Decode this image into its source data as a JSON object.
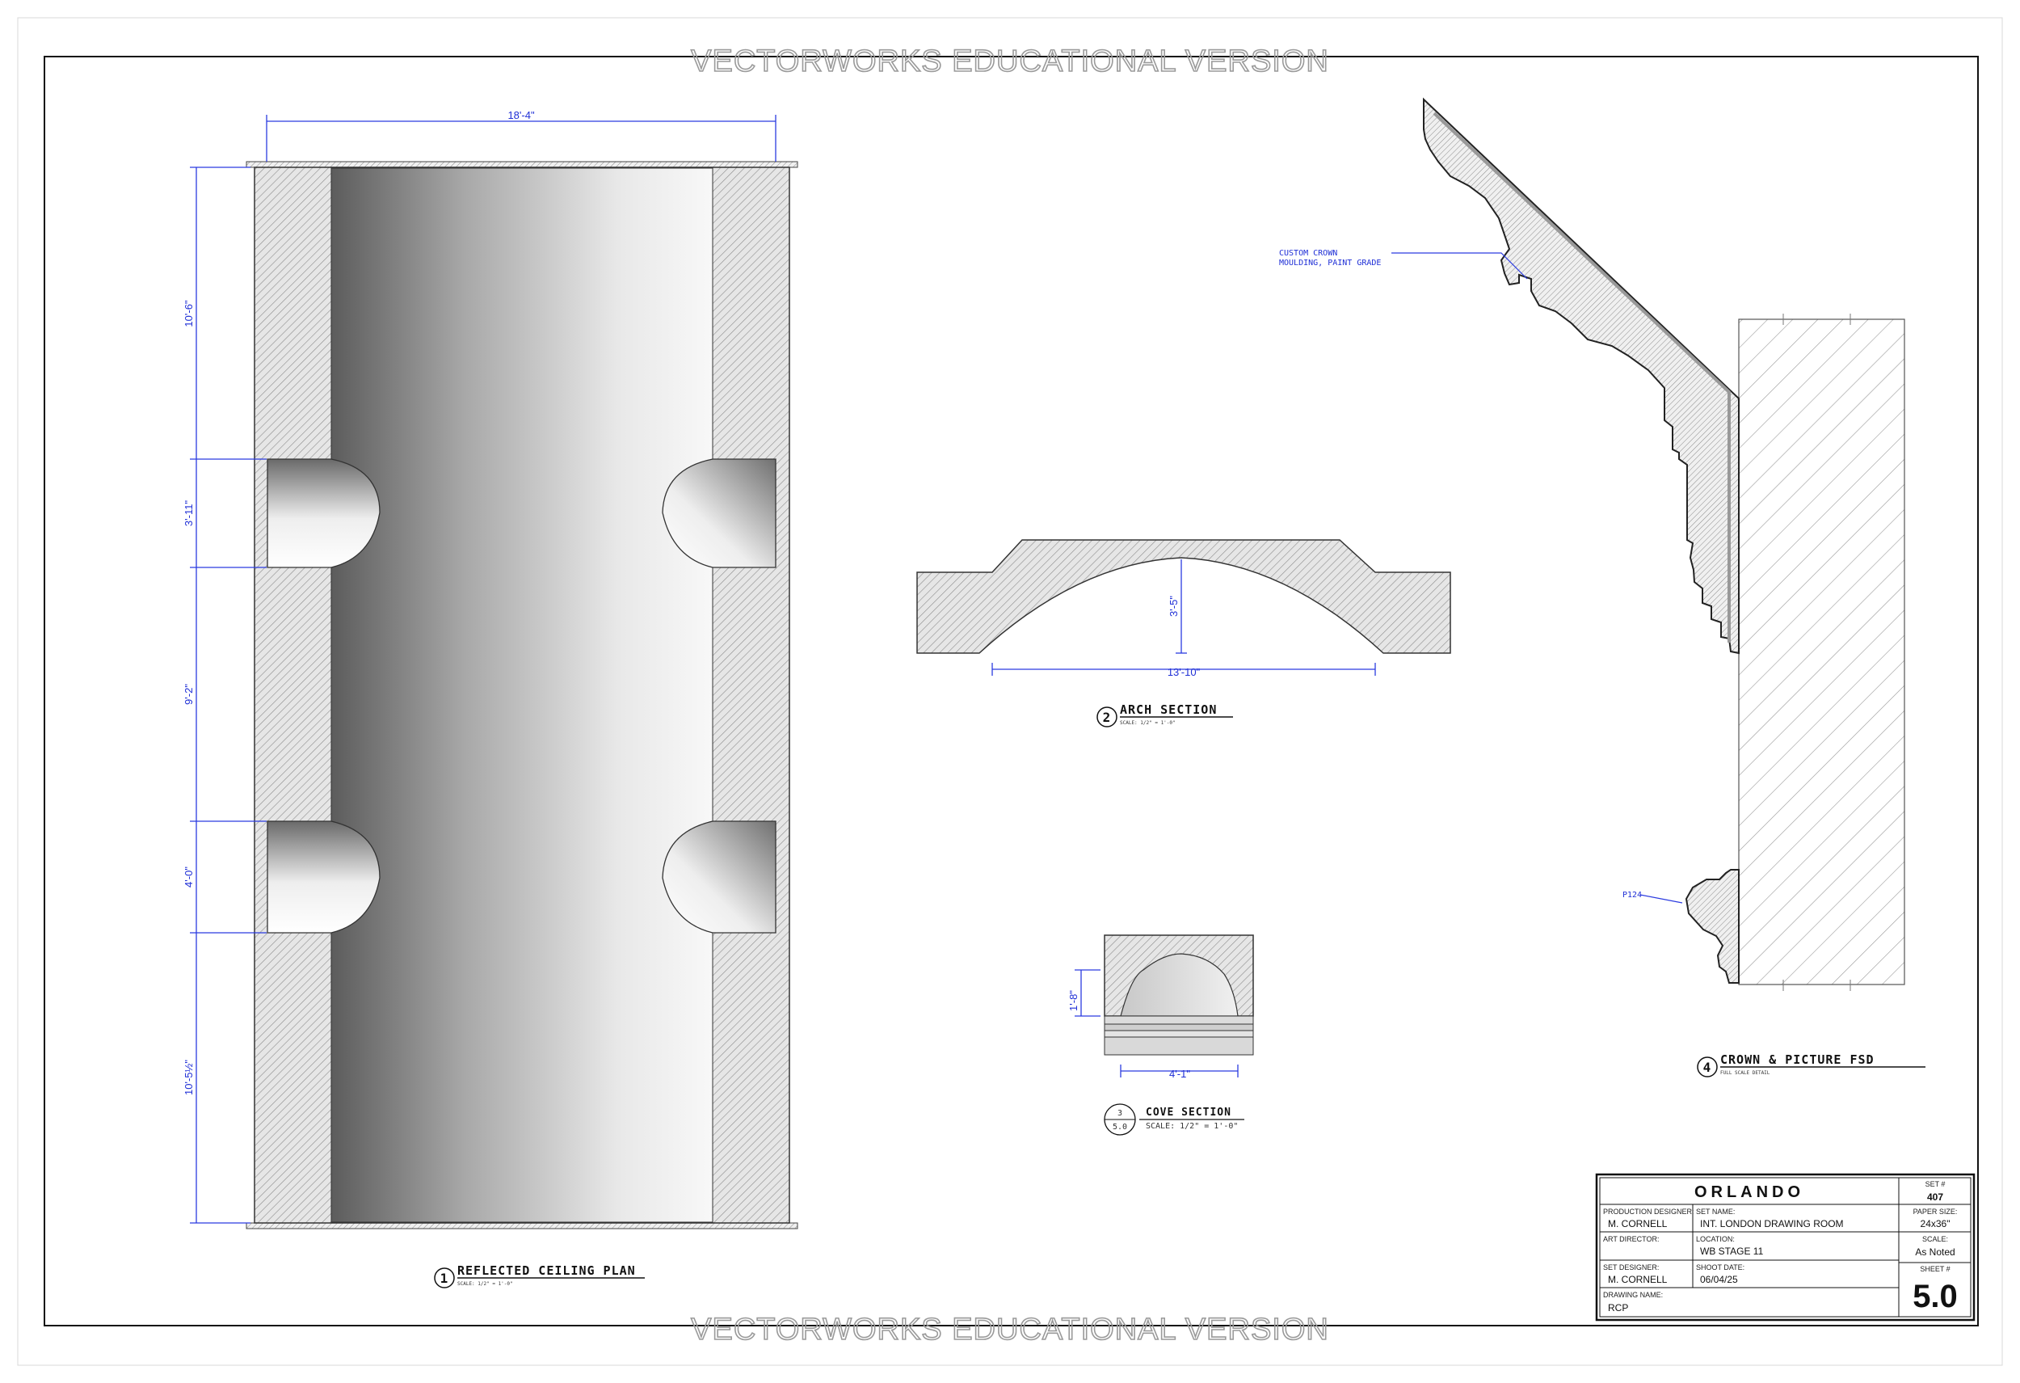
{
  "watermark": "VECTORWORKS EDUCATIONAL VERSION",
  "drawings": {
    "rcp": {
      "number": "1",
      "title": "REFLECTED CEILING PLAN",
      "scale": "SCALE: 1/2\" = 1'-0\"",
      "dims": {
        "width": "18'-4\"",
        "seg1": "10'-6\"",
        "seg2": "3'-11\"",
        "seg3": "9'-2\"",
        "seg4": "4'-0\"",
        "seg5": "10'-5½\""
      }
    },
    "arch": {
      "number": "2",
      "title": "ARCH SECTION",
      "scale": "SCALE: 1/2\" = 1'-0\"",
      "dims": {
        "height": "3'-5\"",
        "span": "13'-10\""
      }
    },
    "cove": {
      "number": "3",
      "sheet_ref": "5.0",
      "title": "COVE SECTION",
      "scale": "SCALE: 1/2\" = 1'-0\"",
      "dims": {
        "height": "1'-8\"",
        "width": "4'-1\""
      }
    },
    "crown": {
      "number": "4",
      "title": "CROWN & PICTURE FSD",
      "scale": "FULL SCALE DETAIL",
      "note_crown_line1": "CUSTOM CROWN",
      "note_crown_line2": "MOULDING, PAINT GRADE",
      "note_picture": "P124"
    }
  },
  "title_block": {
    "project": "ORLANDO",
    "set_label": "SET #",
    "set": "407",
    "production_designer_label": "PRODUCTION DESIGNER:",
    "production_designer": "M. CORNELL",
    "set_name_label": "SET NAME:",
    "set_name": "INT. LONDON DRAWING ROOM",
    "paper_size_label": "PAPER SIZE:",
    "paper_size": "24x36\"",
    "art_director_label": "ART DIRECTOR:",
    "art_director": "",
    "location_label": "LOCATION:",
    "location": "WB STAGE 11",
    "scale_label": "SCALE:",
    "scale": "As Noted",
    "set_designer_label": "SET DESIGNER:",
    "set_designer": "M. CORNELL",
    "shoot_date_label": "SHOOT DATE:",
    "shoot_date": "06/04/25",
    "sheet_label": "SHEET #",
    "sheet": "5.0",
    "drawing_name_label": "DRAWING NAME:",
    "drawing_name": "RCP"
  }
}
